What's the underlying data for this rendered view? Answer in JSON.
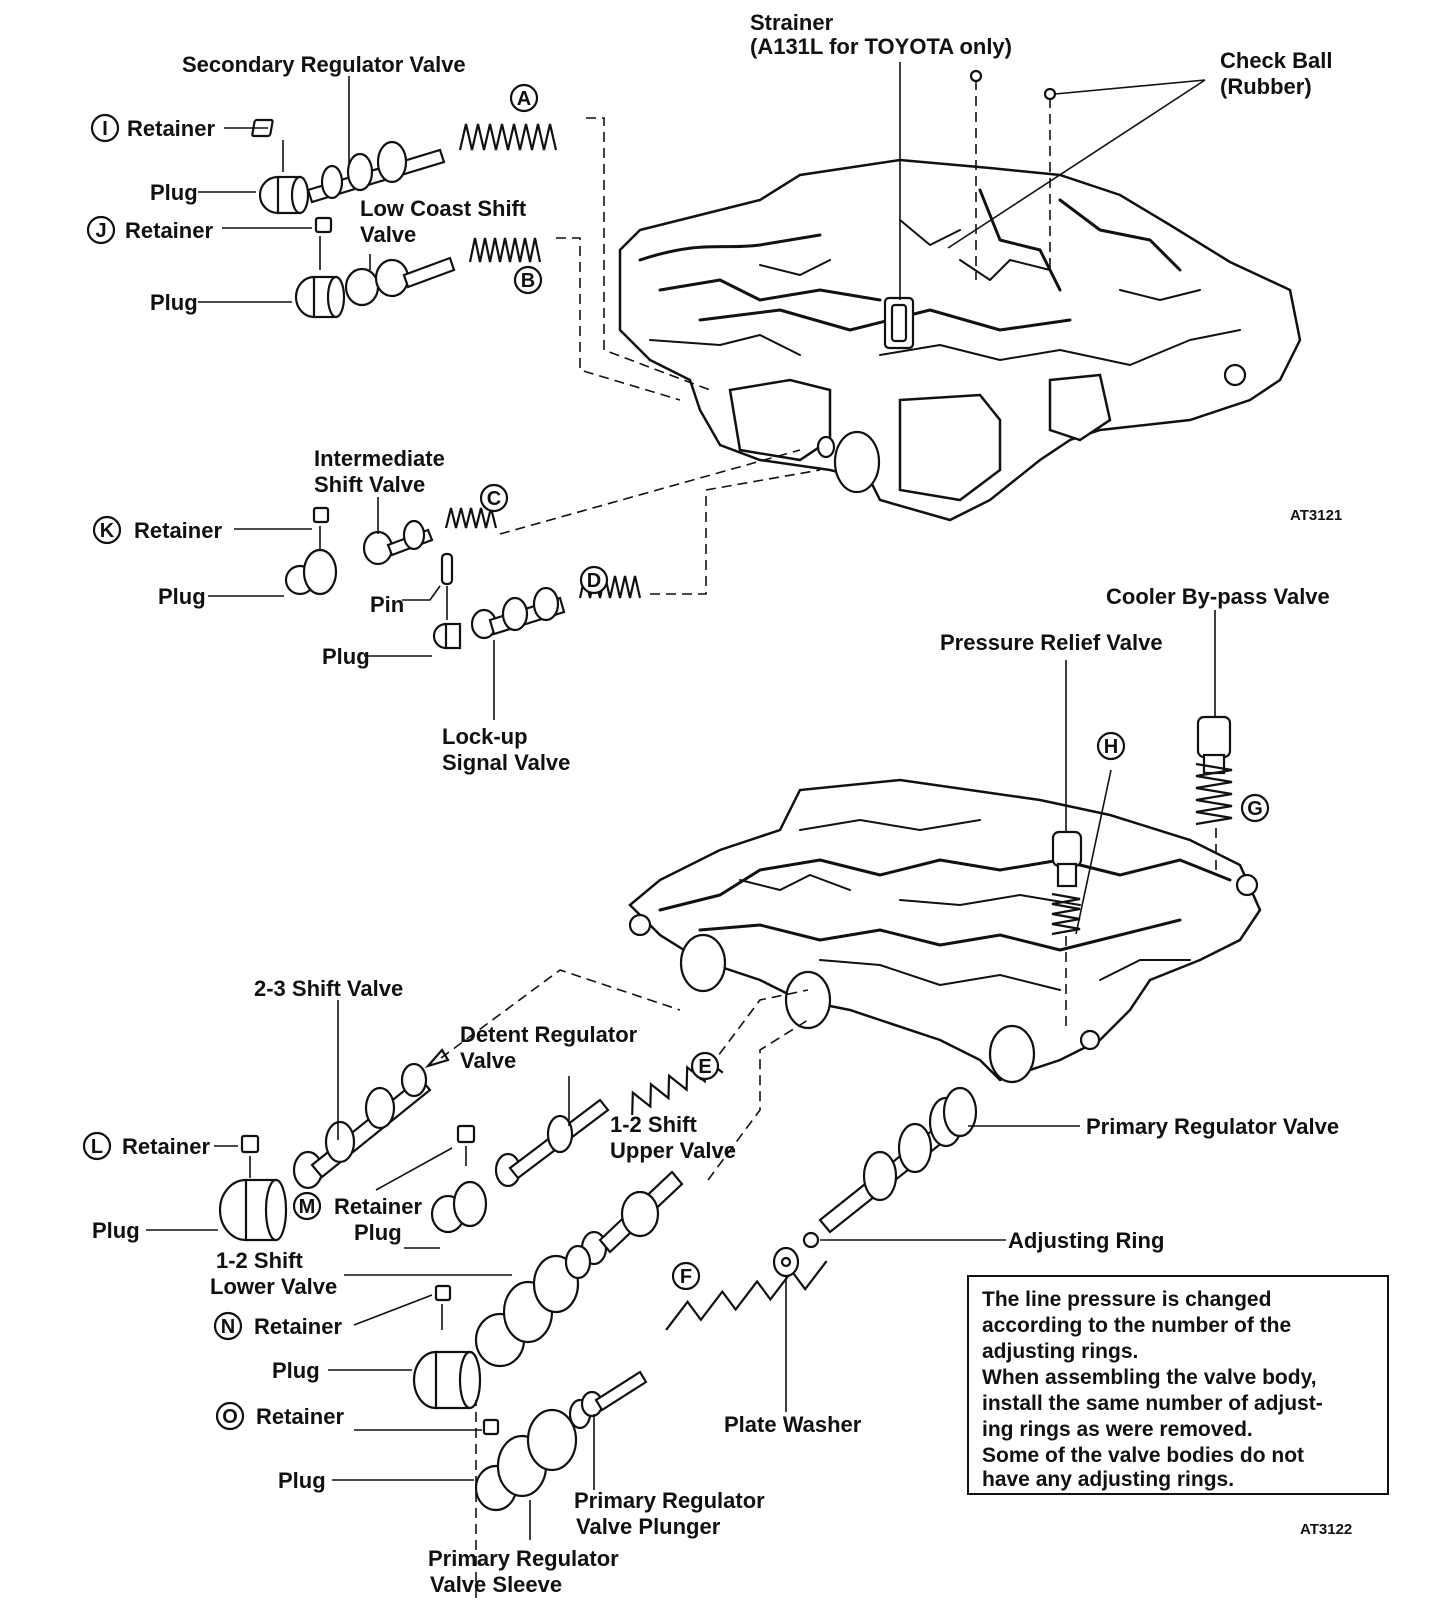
{
  "codes": {
    "top": "AT3121",
    "bottom": "AT3122"
  },
  "top": {
    "strainer": "Strainer",
    "strainer_note": "(A131L for TOYOTA only)",
    "check_ball_1": "Check Ball",
    "check_ball_2": "(Rubber)",
    "secondary_regulator_valve": "Secondary Regulator Valve",
    "low_coast_1": "Low Coast Shift",
    "low_coast_2": "Valve",
    "intermediate_1": "Intermediate",
    "intermediate_2": "Shift Valve",
    "pin": "Pin",
    "lockup_1": "Lock-up",
    "lockup_2": "Signal Valve",
    "cooler_bypass": "Cooler By-pass Valve",
    "pressure_relief": "Pressure Relief Valve"
  },
  "bottom": {
    "shift23": "2-3 Shift Valve",
    "detent_1": "Detent Regulator",
    "detent_2": "Valve",
    "upper_1": "1-2 Shift",
    "upper_2": "Upper Valve",
    "lower_1": "1-2 Shift",
    "lower_2": "Lower Valve",
    "primary_regulator_valve": "Primary Regulator Valve",
    "adjusting_ring": "Adjusting Ring",
    "plate_washer": "Plate Washer",
    "plunger_1": "Primary Regulator",
    "plunger_2": "Valve Plunger",
    "sleeve_1": "Primary Regulator",
    "sleeve_2": "Valve Sleeve"
  },
  "common": {
    "retainer": "Retainer",
    "plug": "Plug"
  },
  "markers": {
    "A": "A",
    "B": "B",
    "C": "C",
    "D": "D",
    "E": "E",
    "F": "F",
    "G": "G",
    "H": "H",
    "I": "I",
    "J": "J",
    "K": "K",
    "L": "L",
    "M": "M",
    "N": "N",
    "O": "O"
  },
  "note": {
    "lines": [
      "The line pressure is changed",
      "according to the number of the",
      "adjusting rings.",
      "When assembling the valve body,",
      "install the same number of adjust-",
      "ing rings as were removed.",
      "Some of the valve bodies do not",
      "have any adjusting rings."
    ]
  }
}
